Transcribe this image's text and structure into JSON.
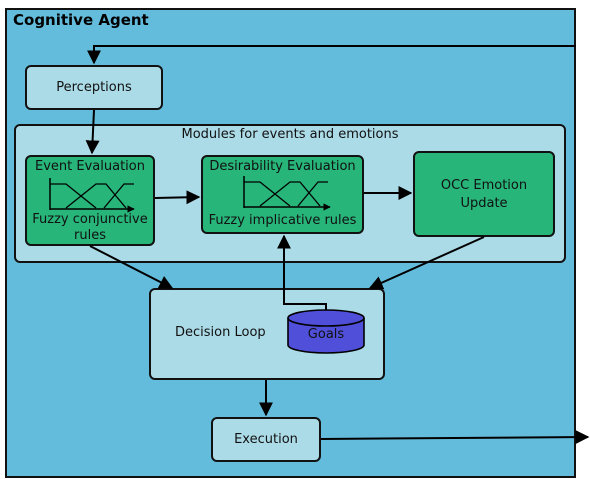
{
  "agent": {
    "title": "Cognitive Agent"
  },
  "perceptions": {
    "label": "Perceptions"
  },
  "modules": {
    "title": "Modules for events and emotions",
    "event": {
      "title": "Event Evaluation",
      "rules_line1": "Fuzzy conjunctive",
      "rules_line2": "rules"
    },
    "desirability": {
      "title": "Desirability Evaluation",
      "rules": "Fuzzy implicative rules"
    },
    "occ": {
      "line1": "OCC Emotion",
      "line2": "Update"
    }
  },
  "decision": {
    "label": "Decision Loop",
    "goals": "Goals"
  },
  "execution": {
    "label": "Execution"
  },
  "colors": {
    "agent_bg": "#64bcdc",
    "light_box": "#acdbe8",
    "green_box": "#27b57a",
    "goals_db": "#4f4fd9"
  }
}
